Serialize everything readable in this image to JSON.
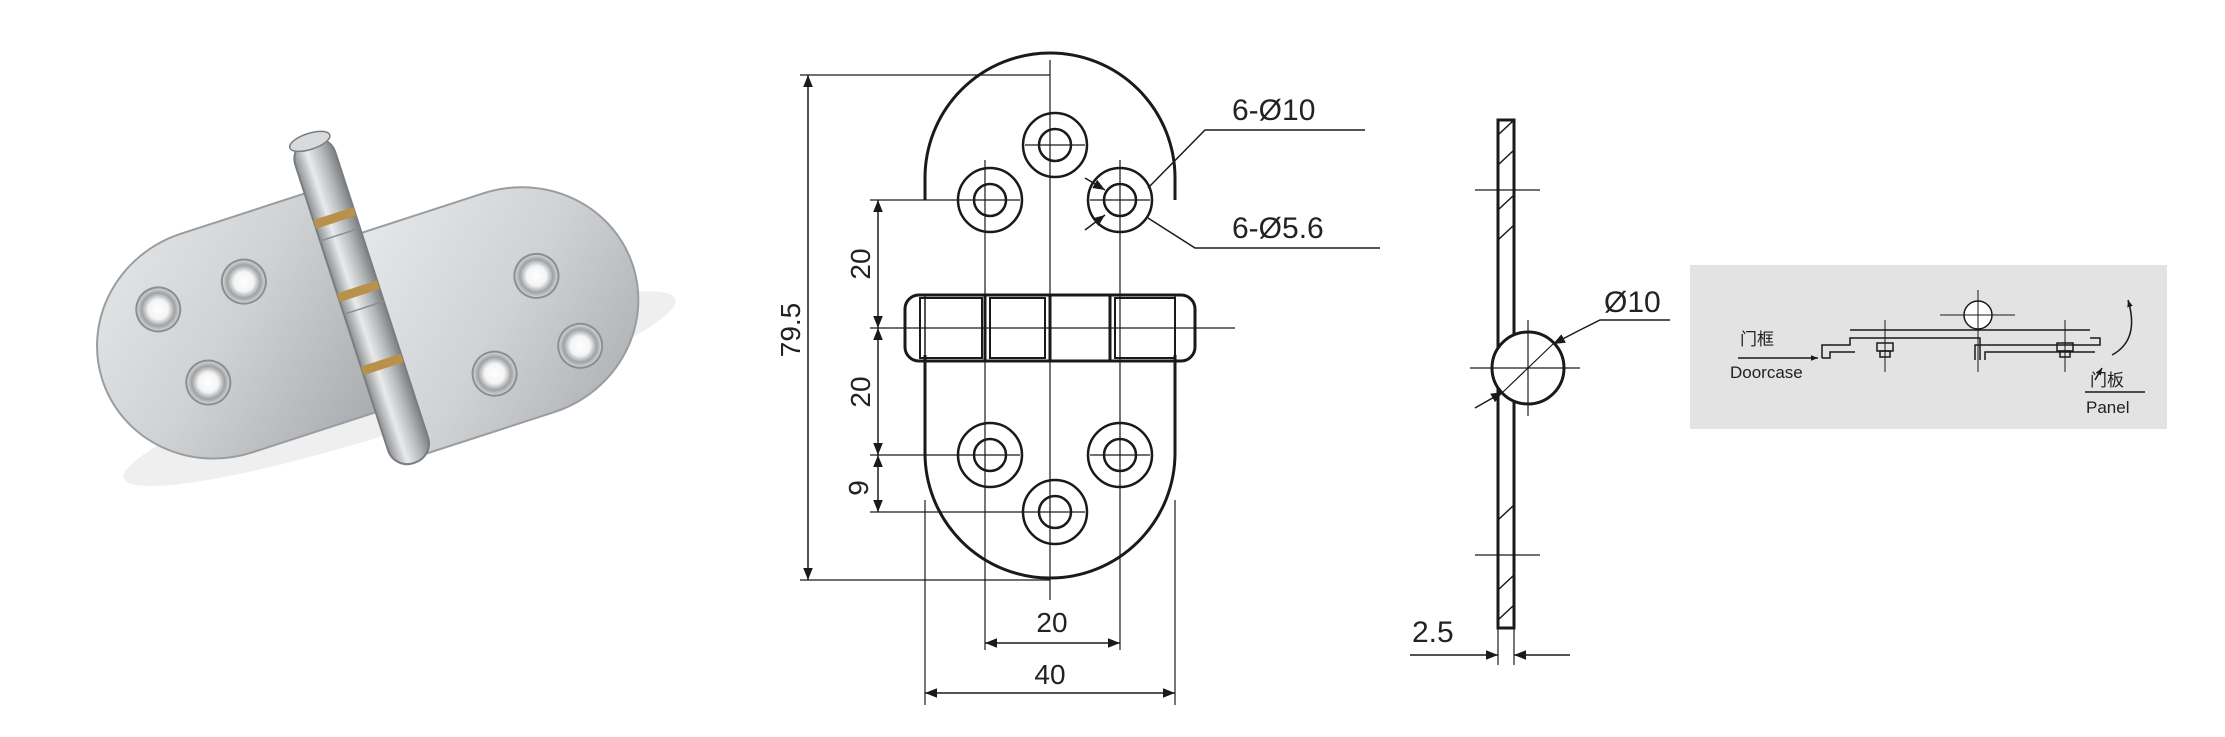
{
  "photo": {
    "icon": "stainless-flag-hinge-photo"
  },
  "front_view": {
    "labels": {
      "height": "79.5",
      "pitch_upper": "20",
      "pitch_lower": "20",
      "edge_offset": "9",
      "hole_pitch": "20",
      "width": "40"
    },
    "callouts": {
      "countersink": "6-Ø10",
      "through_hole": "6-Ø5.6"
    }
  },
  "side_view": {
    "labels": {
      "thickness": "2.5",
      "knuckle_diameter": "Ø10"
    }
  },
  "install_diagram": {
    "doorcase_cn": "门框",
    "doorcase_en": "Doorcase",
    "panel_cn": "门板",
    "panel_en": "Panel"
  },
  "colors": {
    "line": "#1a1a1a",
    "steel": "#c9cbcd",
    "brass": "#b8914a",
    "panel_bg": "#e3e3e3"
  }
}
